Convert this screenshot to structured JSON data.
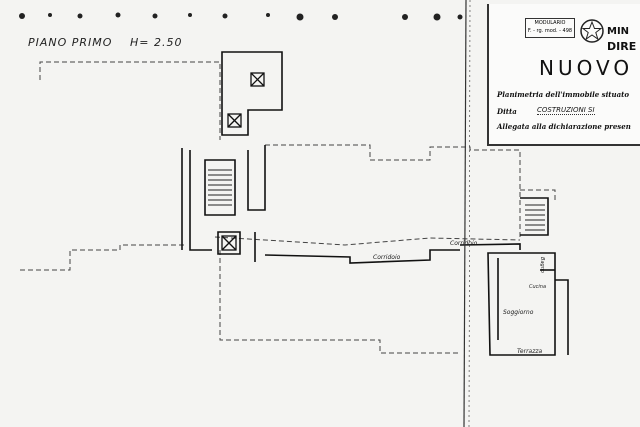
{
  "drawing": {
    "floor_label": "PIANO PRIMO",
    "height_label": "H= 2.50",
    "rooms": {
      "corridoio_1": "Corridoio",
      "corridoio_2": "Corridoio",
      "soggiorno": "Soggiorno",
      "terrazza": "Terrazza",
      "cucina": "Cucina",
      "bagno": "Bagno"
    }
  },
  "title_block": {
    "modulario_line1": "MODULARIO",
    "modulario_line2": "F. - rg. mod. - 498",
    "ministry_line1": "MIN",
    "ministry_line2": "DIRE",
    "heading": "NUOVO C",
    "planimetria": "Planimetria dell'immobile situato",
    "ditta_label": "Ditta",
    "ditta_value": "COSTRUZIONI   SI",
    "allegata": "Allegata alla dichiarazione presen"
  }
}
